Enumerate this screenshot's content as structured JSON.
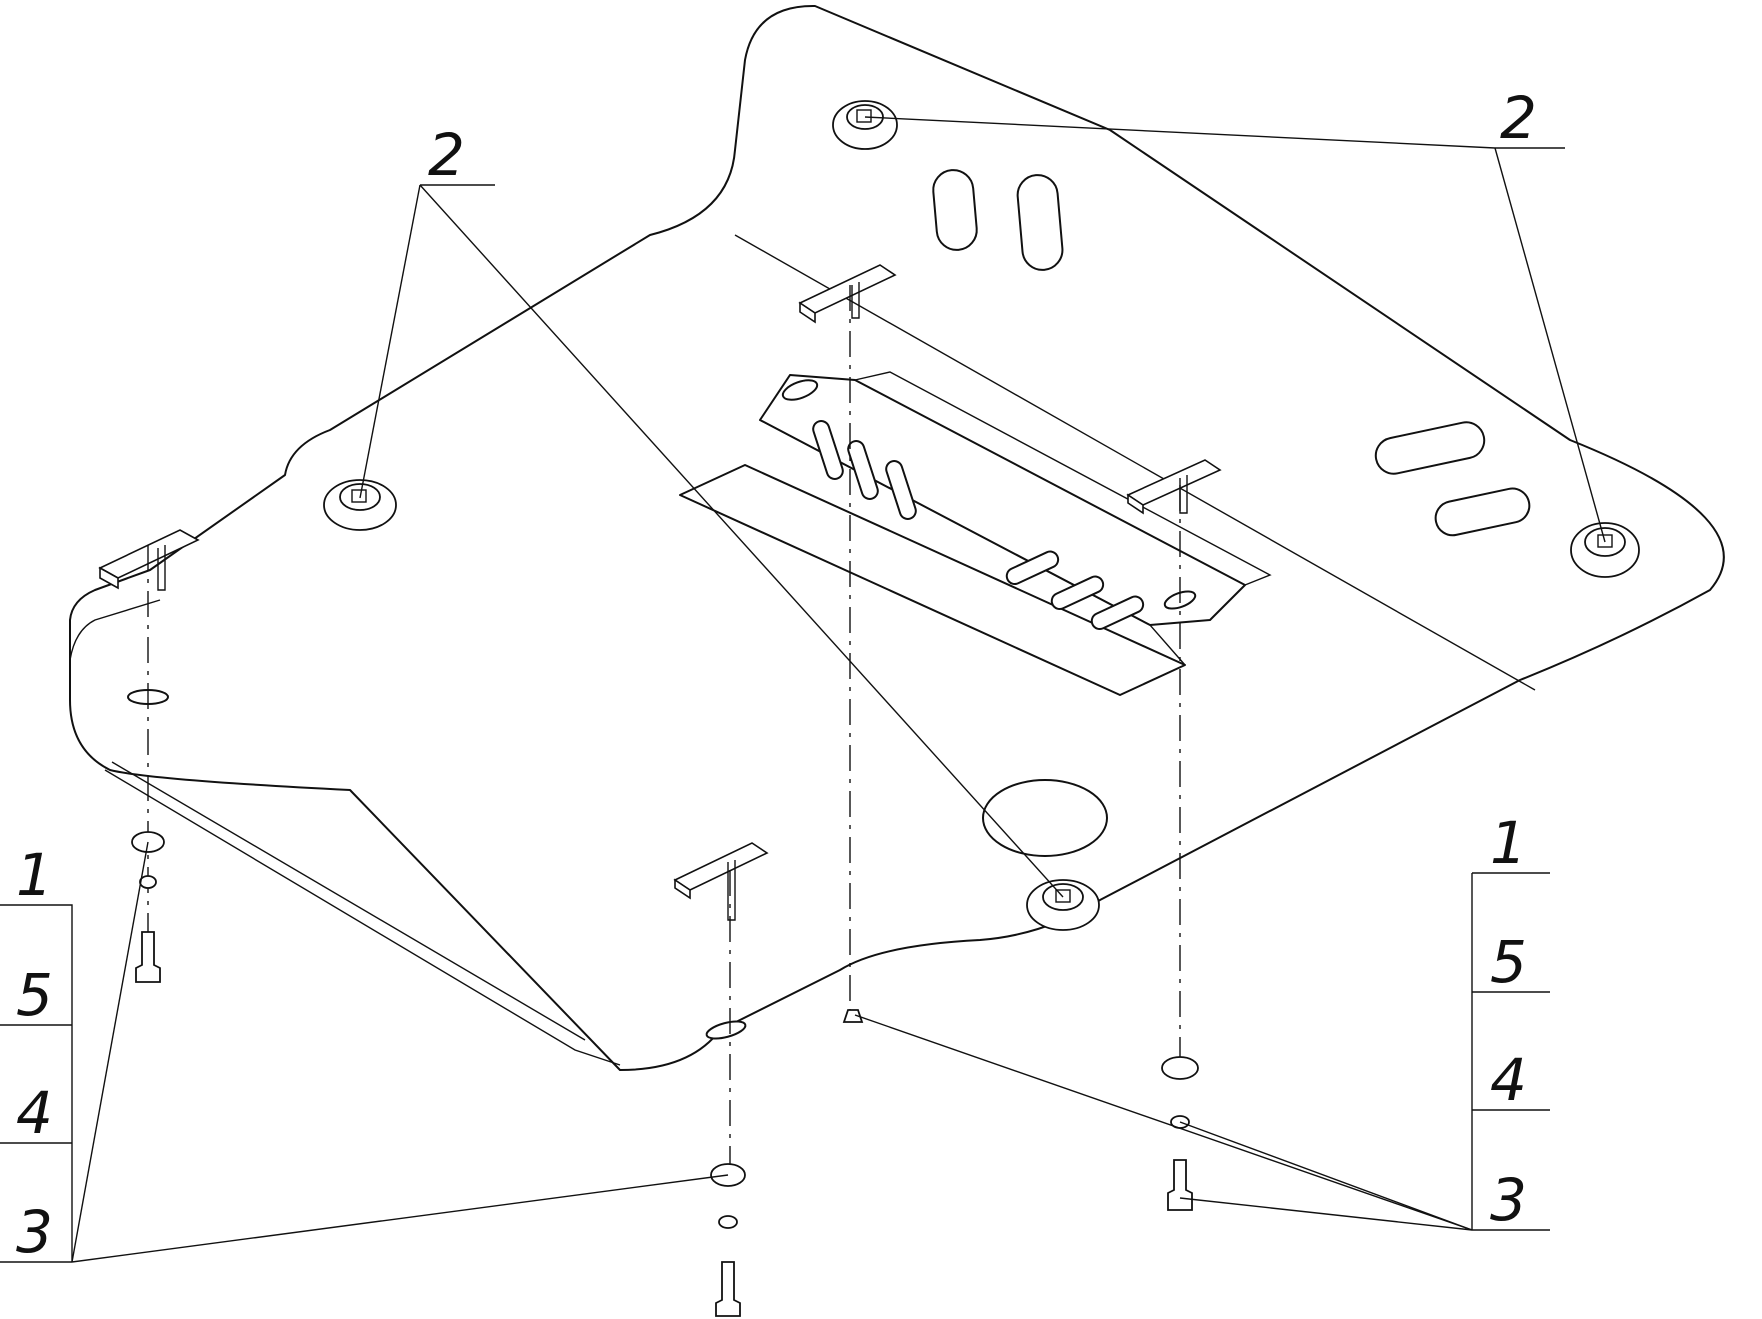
{
  "callouts": {
    "top_left": "2",
    "top_right": "2",
    "left_stack": [
      "1",
      "5",
      "4",
      "3"
    ],
    "right_stack": [
      "1",
      "5",
      "4",
      "3"
    ]
  },
  "colors": {
    "ink": "#111111",
    "paper": "#ffffff"
  }
}
